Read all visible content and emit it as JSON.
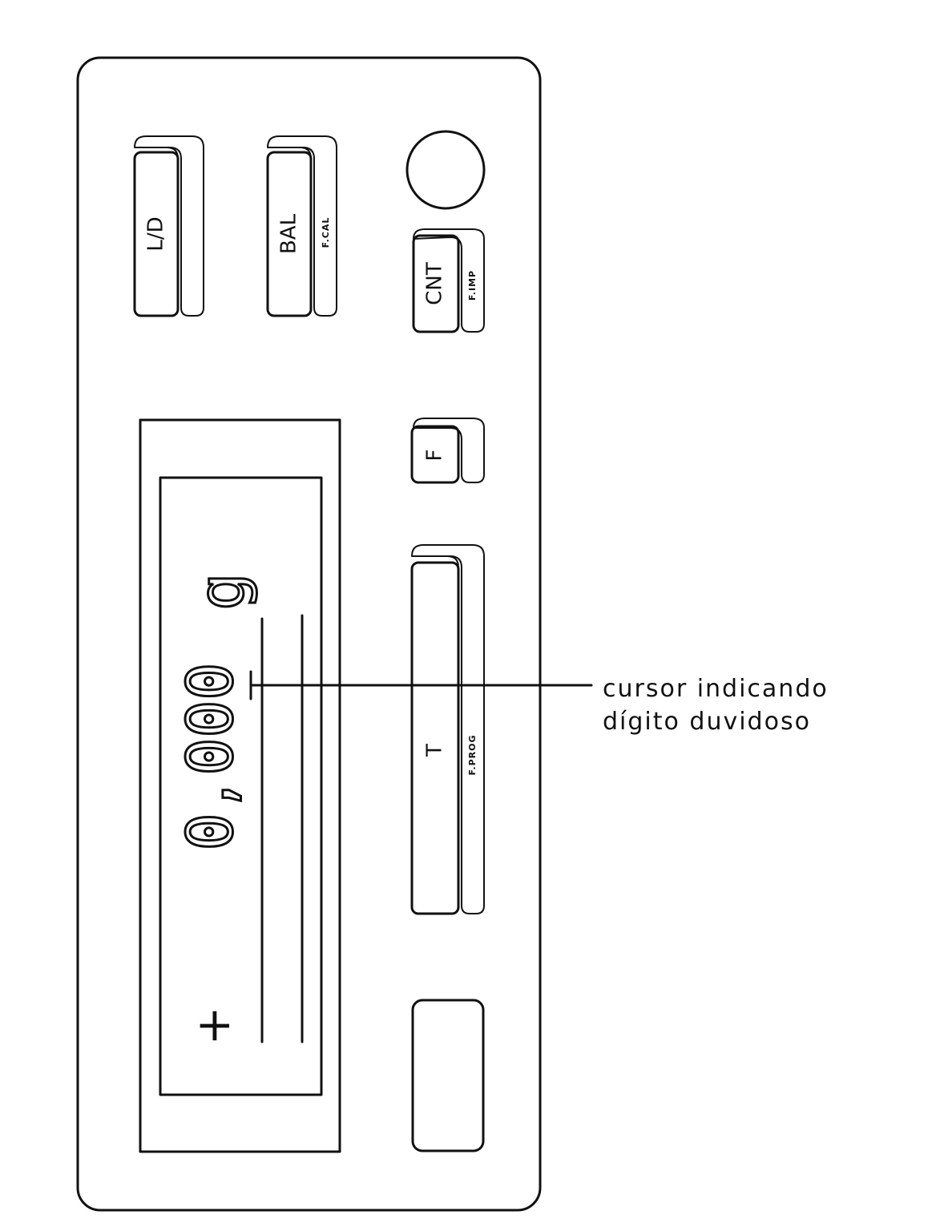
{
  "keys": {
    "ld": "L/D",
    "bal": "BAL",
    "bal_secondary": "F.CAL",
    "cnt": "CNT",
    "cnt_secondary": "F.IMP",
    "f": "F",
    "t": "T",
    "t_secondary": "F.PROG"
  },
  "display": {
    "reading": "0,000",
    "unit": "g",
    "sign": "+"
  },
  "annotation": {
    "line1": "cursor indicando",
    "line2": "dígito duvidoso"
  }
}
